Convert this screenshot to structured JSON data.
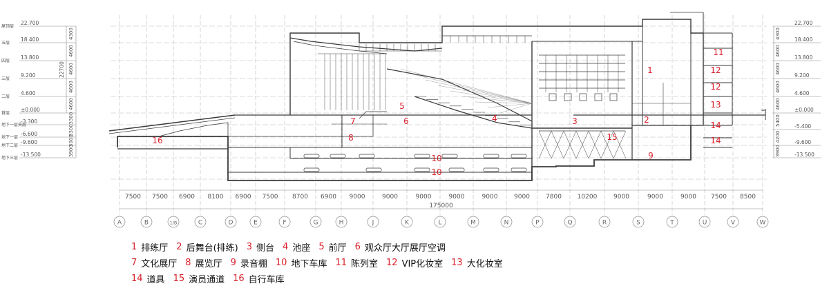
{
  "colors": {
    "line": "#3a3a3a",
    "grid": "#b8b8b8",
    "red": "#d8202a"
  },
  "levels_left": [
    {
      "elev": "22.700",
      "floor": "屋顶层",
      "gap": "4300"
    },
    {
      "elev": "18.400",
      "floor": "五层",
      "gap": "4600"
    },
    {
      "elev": "13.800",
      "floor": "四层",
      "gap": "4600"
    },
    {
      "elev": "9.200",
      "floor": "三层",
      "gap": "4600"
    },
    {
      "elev": "4.600",
      "floor": "二层",
      "gap": "4600"
    },
    {
      "elev": "±0.000",
      "floor": "首层",
      "gap": "3300"
    },
    {
      "elev": "-3.300",
      "floor": "地下一层夹层",
      "gap": "3300"
    },
    {
      "elev": "-6.600",
      "floor": "地下一层",
      "gap": "3000"
    },
    {
      "elev": "-9.600",
      "floor": "地下二层",
      "gap": "3900"
    },
    {
      "elev": "-13.500",
      "floor": "地下三层",
      "gap": ""
    }
  ],
  "total_height": "22700",
  "levels_right": [
    {
      "elev": "22.700",
      "gap": "4300"
    },
    {
      "elev": "18.400",
      "gap": "4600"
    },
    {
      "elev": "13.800",
      "gap": "4600"
    },
    {
      "elev": "9.200",
      "gap": "4600"
    },
    {
      "elev": "4.600",
      "gap": "4600"
    },
    {
      "elev": "±0.000",
      "gap": "5400"
    },
    {
      "elev": "-5.400",
      "gap": "4200"
    },
    {
      "elev": "-9.600",
      "gap": "3900"
    },
    {
      "elev": "-13.500",
      "gap": ""
    }
  ],
  "spans": [
    "7500",
    "7500",
    "6900",
    "8100",
    "6900",
    "7500",
    "8700",
    "6900",
    "9000",
    "9000",
    "9000",
    "9000",
    "9000",
    "9000",
    "7800",
    "10200",
    "9000",
    "9000",
    "9000",
    "7500",
    "8500"
  ],
  "total_span": "175000",
  "axes": [
    "A",
    "B",
    "1/B",
    "C",
    "D",
    "E",
    "F",
    "G",
    "H",
    "J",
    "K",
    "L",
    "M",
    "N",
    "P",
    "Q",
    "R",
    "S",
    "T",
    "U",
    "V",
    "W"
  ],
  "room_tags": [
    {
      "num": "1"
    },
    {
      "num": "2"
    },
    {
      "num": "3"
    },
    {
      "num": "4"
    },
    {
      "num": "5"
    },
    {
      "num": "6"
    },
    {
      "num": "7"
    },
    {
      "num": "8"
    },
    {
      "num": "9"
    },
    {
      "num": "10"
    },
    {
      "num": "10"
    },
    {
      "num": "11"
    },
    {
      "num": "12"
    },
    {
      "num": "12"
    },
    {
      "num": "13"
    },
    {
      "num": "14"
    },
    {
      "num": "14"
    },
    {
      "num": "15"
    },
    {
      "num": "16"
    }
  ],
  "legend": [
    [
      {
        "num": "1",
        "label": "排练厅"
      },
      {
        "num": "2",
        "label": "后舞台(排练)"
      },
      {
        "num": "3",
        "label": "侧台"
      },
      {
        "num": "4",
        "label": "池座"
      },
      {
        "num": "5",
        "label": "前厅"
      },
      {
        "num": "6",
        "label": "观众厅大厅展厅空调"
      }
    ],
    [
      {
        "num": "7",
        "label": "文化展厅"
      },
      {
        "num": "8",
        "label": "展览厅"
      },
      {
        "num": "9",
        "label": "录音棚"
      },
      {
        "num": "10",
        "label": "地下车库"
      },
      {
        "num": "11",
        "label": "陈列室"
      },
      {
        "num": "12",
        "label": "VIP化妆室"
      },
      {
        "num": "13",
        "label": "大化妆室"
      }
    ],
    [
      {
        "num": "14",
        "label": "道具"
      },
      {
        "num": "15",
        "label": "演员通道"
      },
      {
        "num": "16",
        "label": "自行车库"
      }
    ]
  ]
}
